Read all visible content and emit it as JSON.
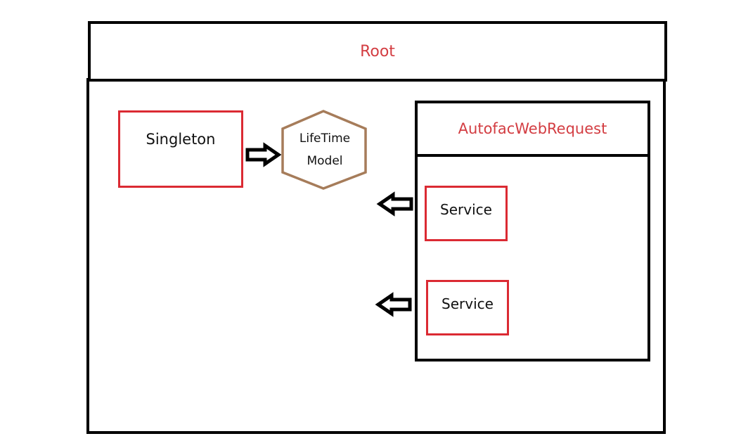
{
  "root": {
    "label": "Root"
  },
  "singleton": {
    "label": "Singleton"
  },
  "lifetime_model": {
    "line1": "LifeTime",
    "line2": "Model"
  },
  "request_scope": {
    "title": "AutofacWebRequest",
    "services": [
      {
        "label": "Service"
      },
      {
        "label": "Service"
      }
    ]
  },
  "colors": {
    "outline": "#000000",
    "label_red": "#d33d42",
    "box_red": "#db2a33",
    "hex_brown": "#a67c5a"
  },
  "icons": {
    "singleton_to_model": "right-arrow-icon",
    "service_1_out": "left-arrow-icon",
    "service_2_out": "left-arrow-icon"
  }
}
